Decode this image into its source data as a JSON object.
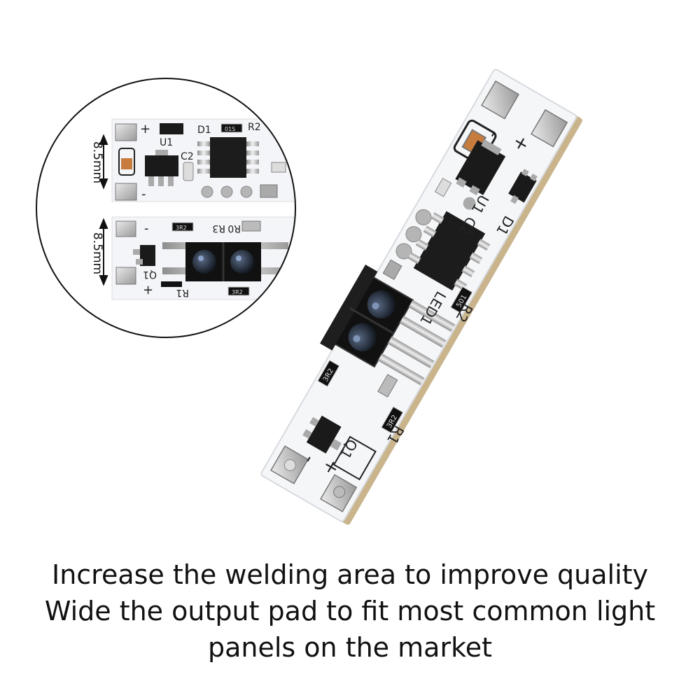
{
  "inset": {
    "top_dimension": "8.5mm",
    "bottom_dimension": "8.5mm",
    "top_labels": {
      "d1": "D1",
      "r2": "R2",
      "u1": "U1",
      "c2": "C2",
      "plus": "+",
      "minus": "-",
      "r2_code": "01S"
    },
    "bottom_labels": {
      "r3": "R3",
      "r0": "R0",
      "q1": "Q1",
      "r1": "R1",
      "plus": "+",
      "minus": "-",
      "r3_code": "3R2",
      "r1_code": "3R2"
    }
  },
  "board": {
    "labels": {
      "u1": "U1",
      "c2": "C2",
      "d1": "D1",
      "r2": "R2",
      "led1": "LED1",
      "q1": "Q1",
      "r1": "R1",
      "plus_top": "+",
      "minus_top": "-",
      "plus_bottom": "+",
      "minus_bottom": "-",
      "r2_code": "501",
      "r3_code": "3R2",
      "r1_code": "3R2"
    }
  },
  "caption": {
    "line1": "Increase the welding area to improve quality",
    "line2": "Wide the output pad to fit most common light",
    "line3": "panels on the market"
  }
}
